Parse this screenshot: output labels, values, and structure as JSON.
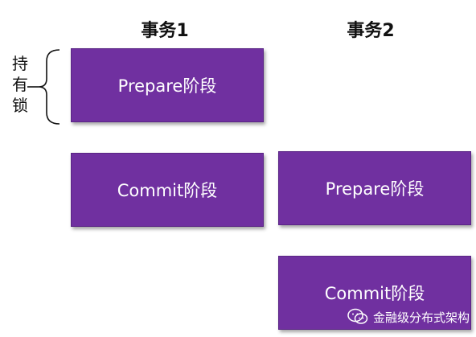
{
  "headers": {
    "tx1": "事务1",
    "tx2": "事务2"
  },
  "boxes": {
    "tx1_prepare": "Prepare阶段",
    "tx1_commit": "Commit阶段",
    "tx2_prepare": "Prepare阶段",
    "tx2_commit": "Commit阶段"
  },
  "lock_label": {
    "chars": [
      "持",
      "有",
      "锁"
    ]
  },
  "watermark": {
    "text": "金融级分布式架构",
    "icon": "wechat-icon"
  },
  "colors": {
    "box_fill": "#7030a0",
    "box_text": "#ffffff",
    "text": "#111111"
  }
}
